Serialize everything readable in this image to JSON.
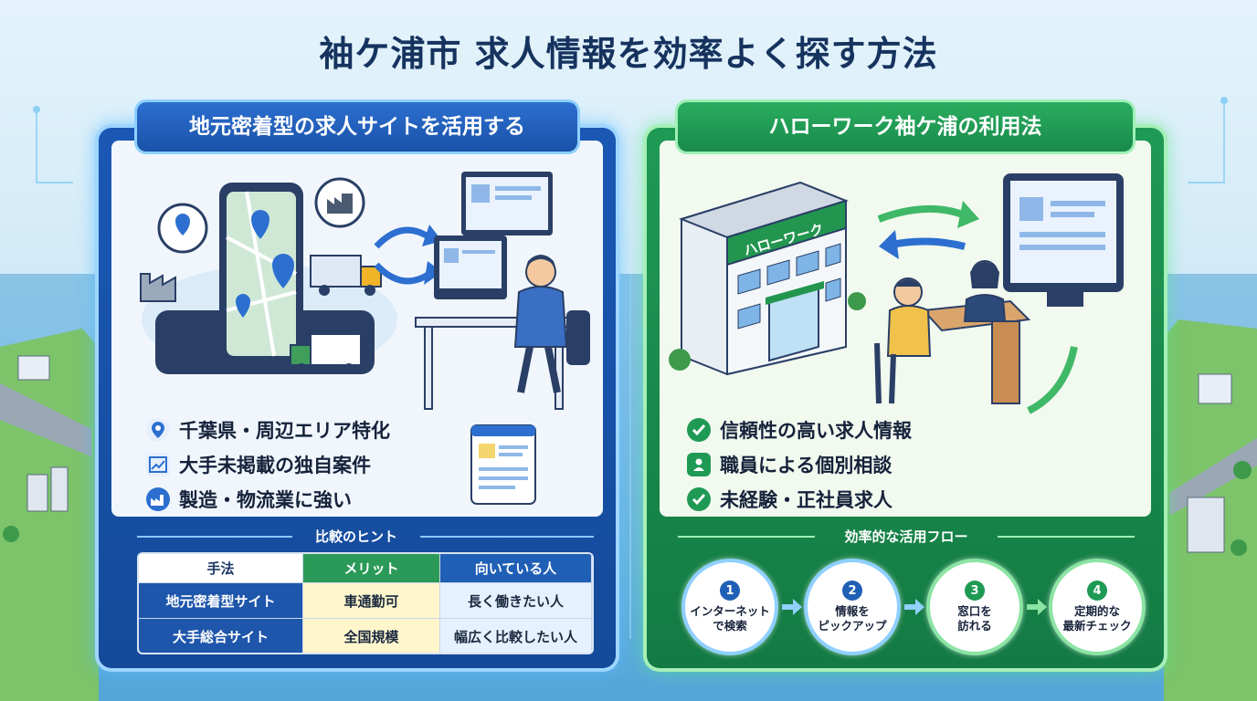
{
  "title": "袖ケ浦市 求人情報を効率よく探す方法",
  "left_panel": {
    "heading": "地元密着型の求人サイトを活用する",
    "features": [
      {
        "icon": "map-pin-icon",
        "text": "千葉県・周辺エリア特化"
      },
      {
        "icon": "trend-chart-icon",
        "text": "大手未掲載の独自案件"
      },
      {
        "icon": "factory-icon",
        "text": "製造・物流業に強い"
      }
    ],
    "comparison_label": "比較のヒント",
    "table": {
      "headers": [
        "手法",
        "メリット",
        "向いている人"
      ],
      "rows": [
        [
          "地元密着型サイト",
          "車通勤可",
          "長く働きたい人"
        ],
        [
          "大手総合サイト",
          "全国規模",
          "幅広く比較したい人"
        ]
      ]
    }
  },
  "right_panel": {
    "heading": "ハローワーク袖ケ浦の利用法",
    "building_sign": "ハローワーク",
    "features": [
      {
        "icon": "check-icon",
        "text": "信頼性の高い求人情報"
      },
      {
        "icon": "person-icon",
        "text": "職員による個別相談"
      },
      {
        "icon": "check-icon",
        "text": "未経験・正社員求人"
      }
    ],
    "flow_label": "効率的な活用フロー",
    "flow": [
      {
        "num": "1",
        "text": "インターネット\nで検索"
      },
      {
        "num": "2",
        "text": "情報を\nピックアップ"
      },
      {
        "num": "3",
        "text": "窓口を\n訪れる"
      },
      {
        "num": "4",
        "text": "定期的な\n最新チェック"
      }
    ]
  },
  "colors": {
    "title": "#16335f",
    "left_accent": "#1b58b5",
    "right_accent": "#1f9a55",
    "merit_bg": "#fff6cc"
  }
}
